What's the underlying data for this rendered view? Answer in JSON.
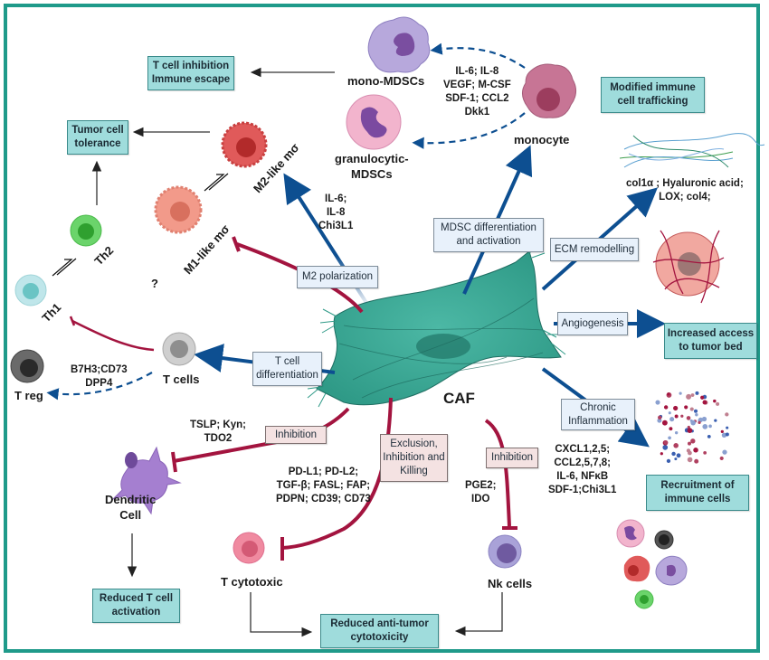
{
  "center": {
    "label": "CAF"
  },
  "colors": {
    "frame": "#1f9a8a",
    "stimulate_arrow": "#0d4f91",
    "inhibit_line": "#a3143f",
    "caf_body": "#3fae9b",
    "result_box": "#9fdcdc",
    "mechanism_box": "#e8f1fb",
    "inhibition_box": "#f4e2e2"
  },
  "mechanisms": {
    "m2_polarization": "M2 polarization",
    "mdsc_differentiation": [
      "MDSC differentiation",
      "and activation"
    ],
    "ecm_remodelling": "ECM remodelling",
    "angiogenesis": "Angiogenesis",
    "t_cell_differentiation": [
      "T cell",
      "differentiation"
    ],
    "chronic_inflammation": [
      "Chronic",
      "Inflammation"
    ],
    "inhibition_dc": "Inhibition",
    "exclusion_killing": [
      "Exclusion,",
      "Inhibition and",
      "Killing"
    ],
    "inhibition_nk": "Inhibition"
  },
  "results": {
    "t_cell_inhibition": [
      "T cell inhibition",
      "Immune escape"
    ],
    "tumor_cell_tolerance": [
      "Tumor cell",
      "tolerance"
    ],
    "modified_trafficking": [
      "Modified immune",
      "cell trafficking"
    ],
    "increased_access": [
      "Increased access",
      "to tumor bed"
    ],
    "recruitment": [
      "Recruitment of",
      "immune cells"
    ],
    "reduced_t_activation": [
      "Reduced T cell",
      "activation"
    ],
    "reduced_cytotoxicity": [
      "Reduced anti-tumor",
      "cytotoxicity"
    ]
  },
  "cells": {
    "mono_mdscs": "mono-MDSCs",
    "granulocytic_mdscs": [
      "granulocytic-",
      "MDSCs"
    ],
    "monocyte": "monocyte",
    "m2_macrophage": "M2-like mσ",
    "m1_macrophage": "M1-like mσ",
    "th1": "Th1",
    "th2": "Th2",
    "t_reg": "T reg",
    "t_cells": "T cells",
    "dendritic": [
      "Dendritic",
      "Cell"
    ],
    "t_cytotoxic": "T cytotoxic",
    "nk_cells": "Nk cells",
    "unknown": "?"
  },
  "molecules": {
    "mdsc_factors": [
      "IL-6; IL-8",
      "VEGF; M-CSF",
      "SDF-1; CCL2",
      "Dkk1"
    ],
    "m2_factors": [
      "IL-6;",
      "IL-8",
      "Chi3L1"
    ],
    "ecm_factors": [
      "col1α ; Hyaluronic acid;",
      "LOX; col4;"
    ],
    "treg_factors": [
      "B7H3;CD73",
      "DPP4"
    ],
    "dc_factors": [
      "TSLP; Kyn;",
      "TDO2"
    ],
    "tcyto_factors": [
      "PD-L1; PD-L2;",
      "TGF-β; FASL; FAP;",
      "PDPN; CD39; CD73"
    ],
    "nk_factors": [
      "PGE2;",
      "IDO"
    ],
    "inflammation_factors": [
      "CXCL1,2,5;",
      "CCL2,5,7,8;",
      "IL-6, NFκB",
      "SDF-1;Chi3L1"
    ]
  }
}
